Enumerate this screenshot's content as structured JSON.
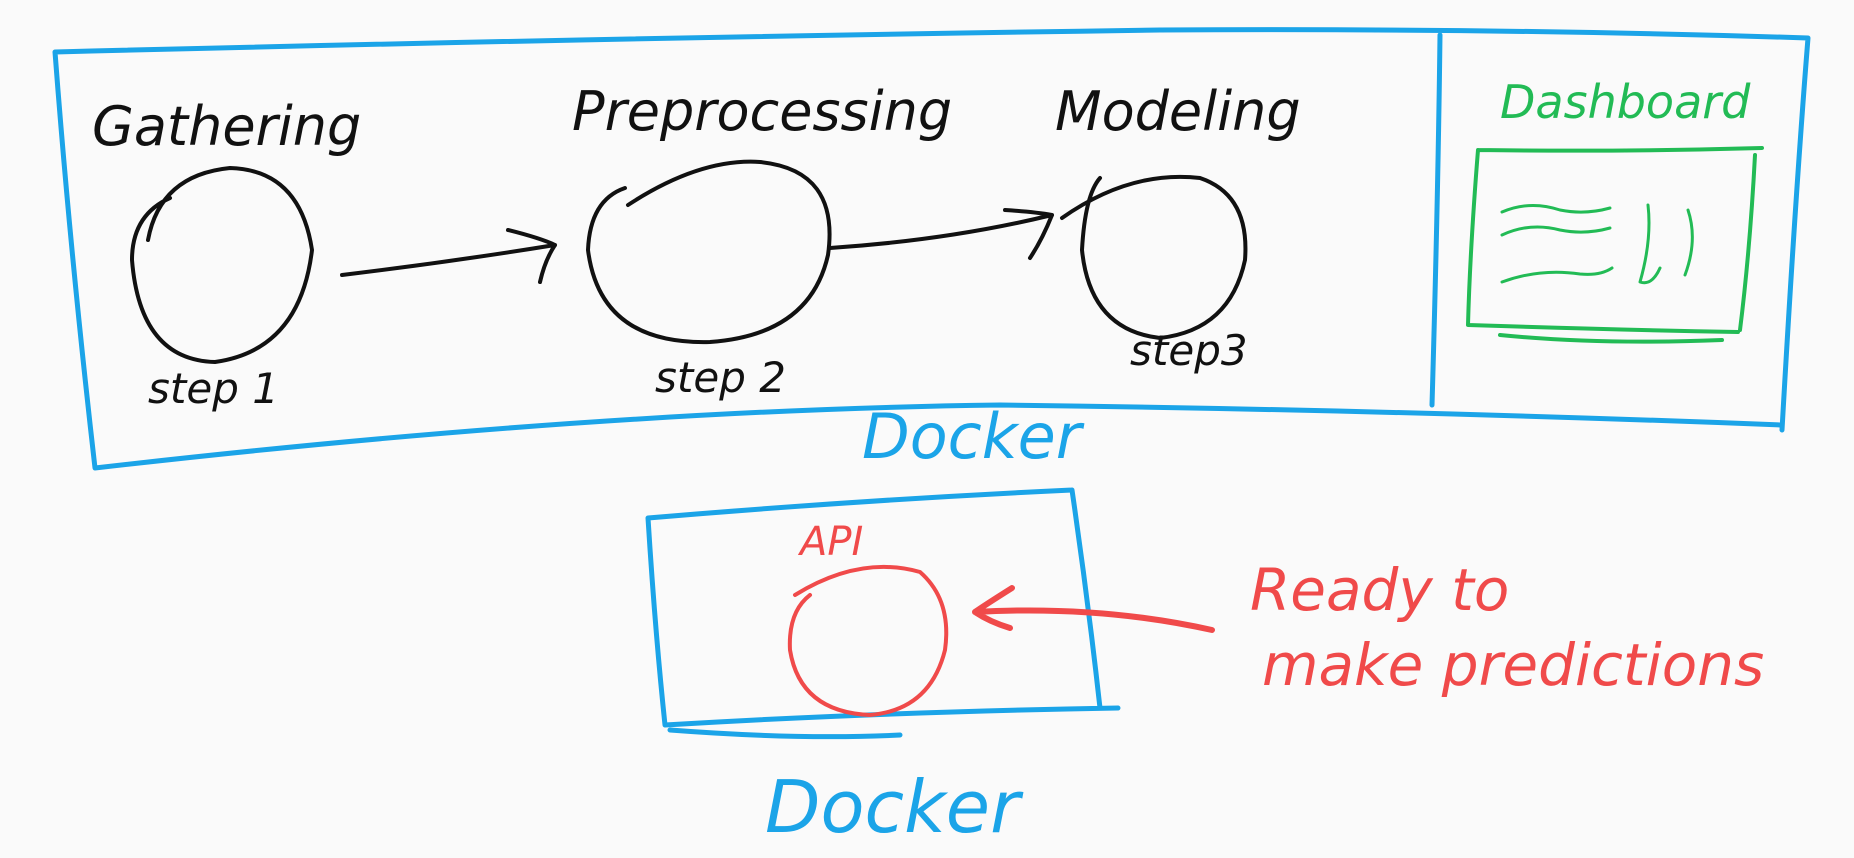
{
  "colors": {
    "docker": "#1ba4e8",
    "pipeline": "#111111",
    "dashboard": "#22bb55",
    "api": "#f04a4a",
    "background": "#fafafa"
  },
  "pipeline": {
    "container_label": "Docker",
    "stages": [
      {
        "title": "Gathering",
        "step": "step 1"
      },
      {
        "title": "Preprocessing",
        "step": "step 2"
      },
      {
        "title": "Modeling",
        "step": "step3"
      }
    ]
  },
  "dashboard": {
    "title": "Dashboard"
  },
  "api": {
    "container_label": "Docker",
    "title": "API",
    "note_line1": "Ready to",
    "note_line2": "make predictions"
  }
}
